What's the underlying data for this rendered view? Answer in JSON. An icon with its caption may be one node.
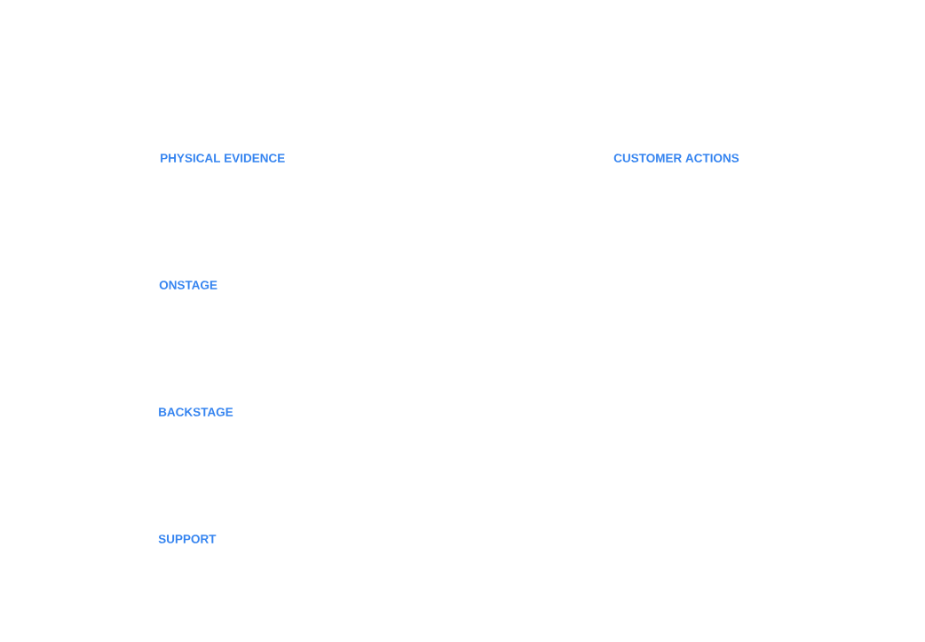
{
  "diagram": {
    "labels": [
      "PHYSICAL EVIDENCE",
      "CUSTOMER ACTIONS",
      "ONSTAGE",
      "BACKSTAGE",
      "SUPPORT"
    ]
  }
}
